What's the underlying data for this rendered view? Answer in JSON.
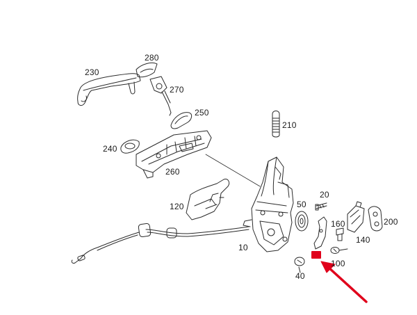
{
  "colors": {
    "line": "#2a2a2a",
    "highlight": "#e0001b",
    "arrow": "#e0001b",
    "label": "#1a1a1a"
  },
  "parts": [
    {
      "id": "230",
      "label": "230",
      "name": "outer-door-handle"
    },
    {
      "id": "280",
      "label": "280",
      "name": "handle-cap"
    },
    {
      "id": "270",
      "label": "270",
      "name": "lock-cylinder"
    },
    {
      "id": "250",
      "label": "250",
      "name": "handle-gasket"
    },
    {
      "id": "210",
      "label": "210",
      "name": "lock-knob-pin"
    },
    {
      "id": "240",
      "label": "240",
      "name": "front-gasket"
    },
    {
      "id": "260",
      "label": "260",
      "name": "handle-carrier"
    },
    {
      "id": "120",
      "label": "120",
      "name": "bracket"
    },
    {
      "id": "20",
      "label": "20",
      "name": "screw-20"
    },
    {
      "id": "50",
      "label": "50",
      "name": "seal-50"
    },
    {
      "id": "160",
      "label": "160",
      "name": "pin-160"
    },
    {
      "id": "200",
      "label": "200",
      "name": "striker-plate"
    },
    {
      "id": "140",
      "label": "140",
      "name": "striker"
    },
    {
      "id": "10",
      "label": "10",
      "name": "door-lock"
    },
    {
      "id": "100",
      "label": "100",
      "name": "screw-100"
    },
    {
      "id": "40",
      "label": "40",
      "name": "screw-40"
    }
  ],
  "highlighted_label": "",
  "arrow": {
    "from": "bottom-right",
    "to": "highlighted-part"
  }
}
